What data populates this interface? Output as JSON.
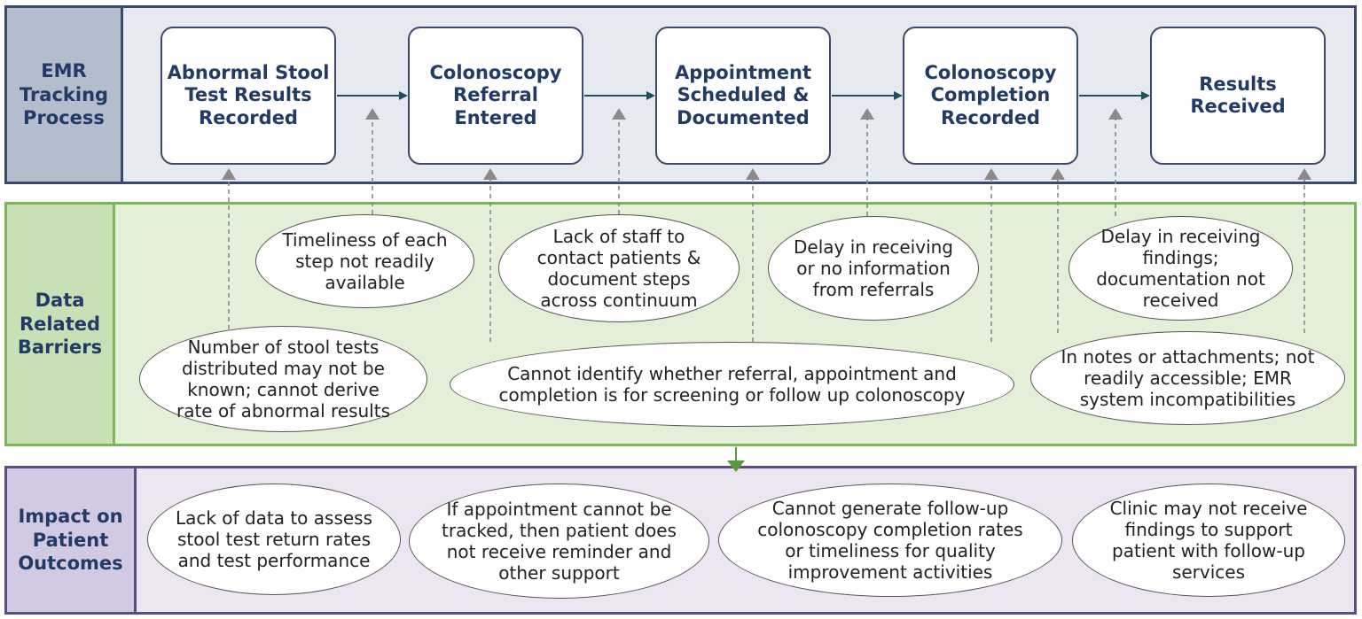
{
  "rows": {
    "emr": "EMR\nTracking\nProcess",
    "barriers": "Data\nRelated\nBarriers",
    "impact": "Impact on\nPatient\nOutcomes"
  },
  "steps": [
    "Abnormal Stool\nTest Results\nRecorded",
    "Colonoscopy\nReferral\nEntered",
    "Appointment\nScheduled &\nDocumented",
    "Colonoscopy\nCompletion\nRecorded",
    "Results\nReceived"
  ],
  "barriers": {
    "timeliness": "Timeliness of each\nstep not readily\navailable",
    "stool_tests": "Number of stool tests\ndistributed may not be\nknown;  cannot derive\nrate of abnormal results",
    "staff": "Lack of staff to\ncontact patients &\ndocument steps\nacross continuum",
    "screening_followup": "Cannot identify whether referral, appointment and\ncompletion is for screening or follow up colonoscopy",
    "referral_delay": "Delay in receiving\nor no information\nfrom referrals",
    "findings_delay": "Delay in receiving\nfindings;\ndocumentation not\nreceived",
    "notes_attachments": "In notes or attachments; not\nreadily accessible; EMR\nsystem incompatibilities"
  },
  "impacts": [
    "Lack of data to assess\nstool test return rates\nand test performance",
    "If appointment cannot be\ntracked, then patient does\nnot receive reminder and\nother support",
    "Cannot generate follow-up\ncolonoscopy completion rates\nor timeliness for quality\nimprovement activities",
    "Clinic may not receive\nfindings to support\npatient with  follow-up\nservices"
  ],
  "colors": {
    "emr_border": "#3b4a6b",
    "barrier_border": "#7cb65a",
    "impact_border": "#5d4d85",
    "flow_arrow": "#1f4e5f",
    "dashed_arrow": "#8a8a8a",
    "down_arrow": "#5a9a3a"
  }
}
